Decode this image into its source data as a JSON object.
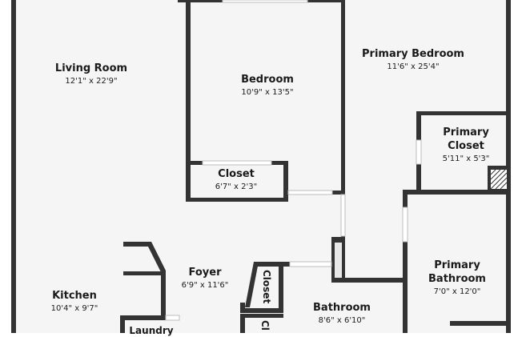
{
  "rooms": {
    "living_room": {
      "name": "Living Room",
      "dims": "12'1\" x 22'9\""
    },
    "bedroom": {
      "name": "Bedroom",
      "dims": "10'9\" x 13'5\""
    },
    "closet": {
      "name": "Closet",
      "dims": "6'7\" x 2'3\""
    },
    "primary_bedroom": {
      "name": "Primary Bedroom",
      "dims": "11'6\" x 25'4\""
    },
    "primary_closet": {
      "name_line1": "Primary",
      "name_line2": "Closet",
      "dims": "5'11\" x 5'3\""
    },
    "foyer": {
      "name": "Foyer",
      "dims": "6'9\" x 11'6\""
    },
    "kitchen": {
      "name": "Kitchen",
      "dims": "10'4\" x 9'7\""
    },
    "hall_closet": {
      "name": "Closet"
    },
    "bathroom": {
      "name": "Bathroom",
      "dims": "8'6\" x 6'10\""
    },
    "primary_bathroom": {
      "name_line1": "Primary",
      "name_line2": "Bathroom",
      "dims": "7'0\" x 12'0\""
    },
    "laundry": {
      "name": "Laundry"
    },
    "small_closet": {
      "name": "Cl"
    }
  },
  "colors": {
    "floor": "#f5f5f5",
    "wall": "#333333",
    "opening": "#ffffff"
  }
}
